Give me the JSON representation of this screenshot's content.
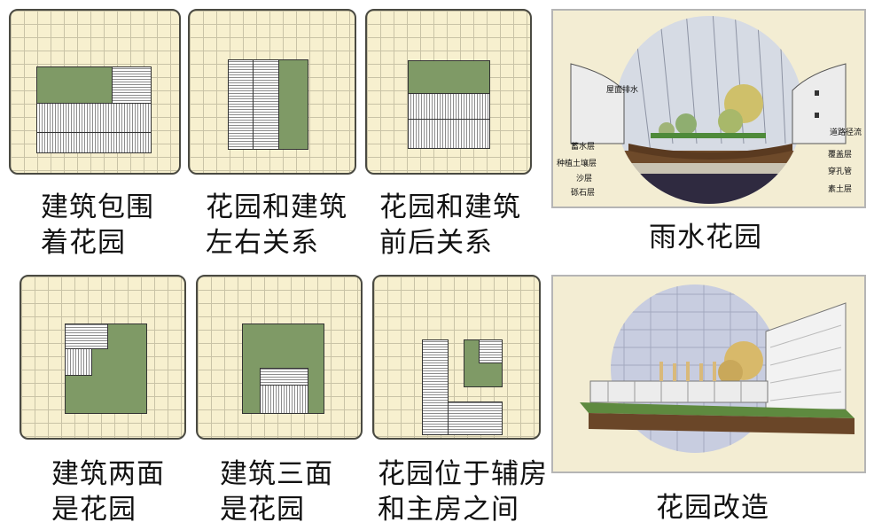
{
  "panels": [
    {
      "caption": "建筑包围\n着花园"
    },
    {
      "caption": "花园和建筑\n左右关系"
    },
    {
      "caption": "花园和建筑\n前后关系"
    },
    {
      "caption": "建筑两面\n是花园"
    },
    {
      "caption": "建筑三面\n是花园"
    },
    {
      "caption": "花园位于辅房\n和主房之间"
    }
  ],
  "rain_garden": {
    "caption": "雨水花园",
    "labels": {
      "roof_drain": "屋面排水",
      "road_runoff": "道路径流",
      "storage_layer": "蓄水层",
      "cover_layer": "覆盖层",
      "planting_soil": "种植土壤层",
      "perforated_pipe": "穿孔管",
      "sand_layer": "沙层",
      "gravel_layer": "砾石层",
      "plain_soil": "素土层"
    }
  },
  "renovation": {
    "caption": "花园改造"
  },
  "colors": {
    "garden_green": "#7f9a66",
    "panel_bg": "#f7f0cf",
    "grid_line": "#c9c3a6",
    "border": "#4a4a42"
  }
}
